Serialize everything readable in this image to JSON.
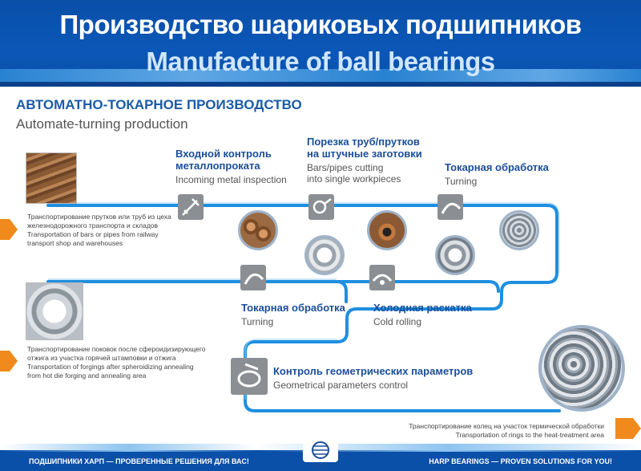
{
  "header": {
    "title_ru": "Производство шариковых подшипников",
    "title_en": "Manufacture of ball bearings"
  },
  "section": {
    "title_ru": "АВТОМАТНО-ТОКАРНОЕ ПРОИЗВОДСТВО",
    "title_en": "Automate-turning production"
  },
  "steps": {
    "incoming": {
      "ru1": "Входной контроль",
      "ru2": "металлопроката",
      "en": "Incoming metal inspection"
    },
    "cutting": {
      "ru1": "Порезка труб/прутков",
      "ru2": "на штучные заготовки",
      "en1": "Bars/pipes cutting",
      "en2": "into single workpieces"
    },
    "turning_top": {
      "ru": "Токарная обработка",
      "en": "Turning"
    },
    "turning_mid": {
      "ru": "Токарная обработка",
      "en": "Turning"
    },
    "cold_rolling": {
      "ru": "Холодная раскатка",
      "en": "Cold rolling"
    },
    "geometry": {
      "ru": "Контроль геометрических параметров",
      "en": "Geometrical parameters control"
    }
  },
  "notes": {
    "bars_ru1": "Транспортирование прутков или труб из цеха",
    "bars_ru2": "железнодорожного транспорта и складов",
    "bars_en1": "Transportation of bars or pipes from railway",
    "bars_en2": "transport shop and warehouses",
    "forg_ru1": "Транспортирование поковок после сфероидизирующего",
    "forg_ru2": "отжига из участка горячей штамповки и отжига",
    "forg_en1": "Transportation of forgings after spheroidizing annealing",
    "forg_en2": "from hot die forging and annealing area",
    "rings_ru": "Транспортирование колец на участок термической обработки",
    "rings_en": "Transportation of rings to the heat-treatment area"
  },
  "footer": {
    "left": "ПОДШИПНИКИ ХАРП — ПРОВЕРЕННЫЕ РЕШЕНИЯ ДЛЯ ВАС!",
    "right": "HARP BEARINGS — PROVEN SOLUTIONS FOR YOU!",
    "logo": "HARP"
  },
  "colors": {
    "brand_blue": "#0a4fa8",
    "flow_blue": "#1e8fe0",
    "accent_orange": "#f08a1c"
  }
}
